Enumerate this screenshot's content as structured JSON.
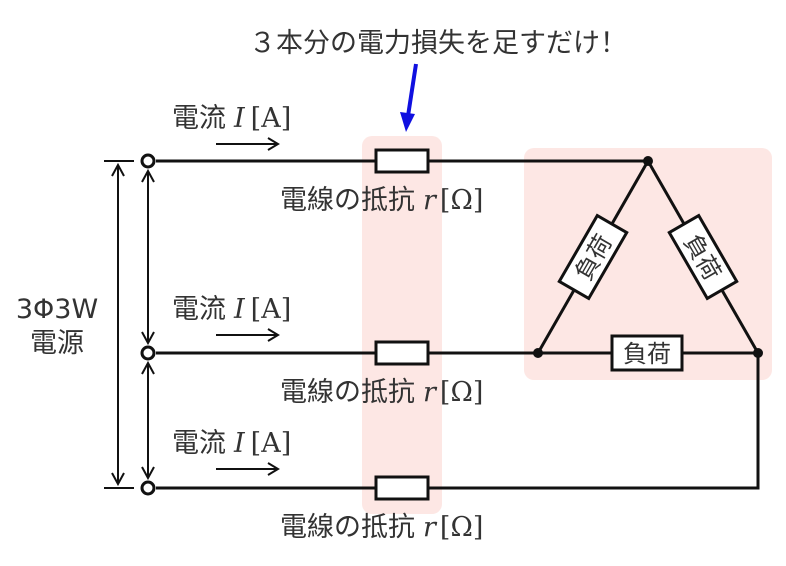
{
  "colors": {
    "highlight": "#fde7e4",
    "wire": "#111111",
    "text": "#333333",
    "callout_arrow": "#1010e0"
  },
  "callout": {
    "text": "３本分の電力損失を足すだけ！"
  },
  "source": {
    "line1": "3Φ3W",
    "line2": "電源"
  },
  "current_label": {
    "word": "電流",
    "symbol": "I",
    "unit": "[A]"
  },
  "resistance_label": {
    "word": "電線の抵抗",
    "symbol": "r",
    "unit": "[Ω]"
  },
  "load_label": "負荷"
}
